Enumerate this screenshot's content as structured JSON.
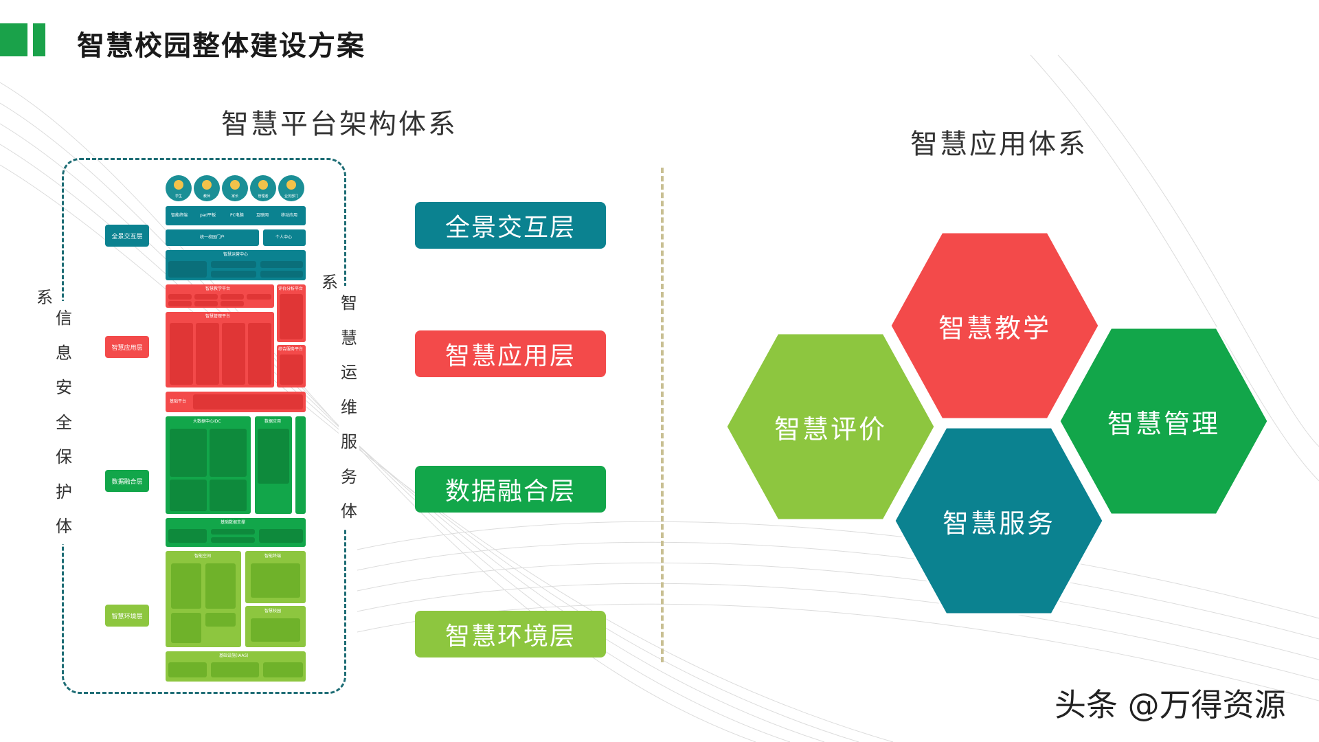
{
  "header": {
    "title": "智慧校园整体建设方案"
  },
  "left_section": {
    "title": "智慧平台架构体系"
  },
  "right_section": {
    "title": "智慧应用体系"
  },
  "vertical_labels": {
    "left": {
      "top": "系",
      "chars": [
        "信",
        "息",
        "安",
        "全",
        "保",
        "护",
        "体"
      ]
    },
    "right": {
      "top": "系",
      "chars": [
        "智",
        "慧",
        "运",
        "维",
        "服",
        "务",
        "体"
      ]
    }
  },
  "side_tags": [
    "全景交互层",
    "智慧应用层",
    "数据融合层",
    "智慧环境层"
  ],
  "layers": [
    "全景交互层",
    "智慧应用层",
    "数据融合层",
    "智慧环境层"
  ],
  "architecture": {
    "avatars": [
      "学生",
      "教师",
      "家长",
      "管理者",
      "业务部门"
    ],
    "access_row": [
      "智能终端",
      "pad平板",
      "PC电脑",
      "互联网",
      "移动应用"
    ],
    "portal": "统一校园门户",
    "personal_center": "个人中心",
    "ops_center": "智慧运营中心",
    "teaching_platform": "智慧教学平台",
    "management_platform": "智慧管理平台",
    "eval_platform": "评价分析平台",
    "service_platform": "综合服务平台",
    "base_platform": "基础平台",
    "bigdata_center": "大数据中心IDC",
    "data_app": "数据应用",
    "data_support": "基础数据支撑",
    "env_zone_a": "智能空间",
    "env_zone_b": "智能终端",
    "env_zone_c": "智慧校园",
    "infra": "基础设施(IAAS)"
  },
  "hexagons": [
    {
      "label": "智慧教学",
      "color": "#f34a4a"
    },
    {
      "label": "智慧评价",
      "color": "#8dc63f"
    },
    {
      "label": "智慧管理",
      "color": "#12a64a"
    },
    {
      "label": "智慧服务",
      "color": "#0b8290"
    }
  ],
  "colors": {
    "teal": "#0b8290",
    "red": "#f34a4a",
    "green": "#12a64a",
    "lightgreen": "#8dc63f"
  },
  "watermark": "头条 @万得资源"
}
